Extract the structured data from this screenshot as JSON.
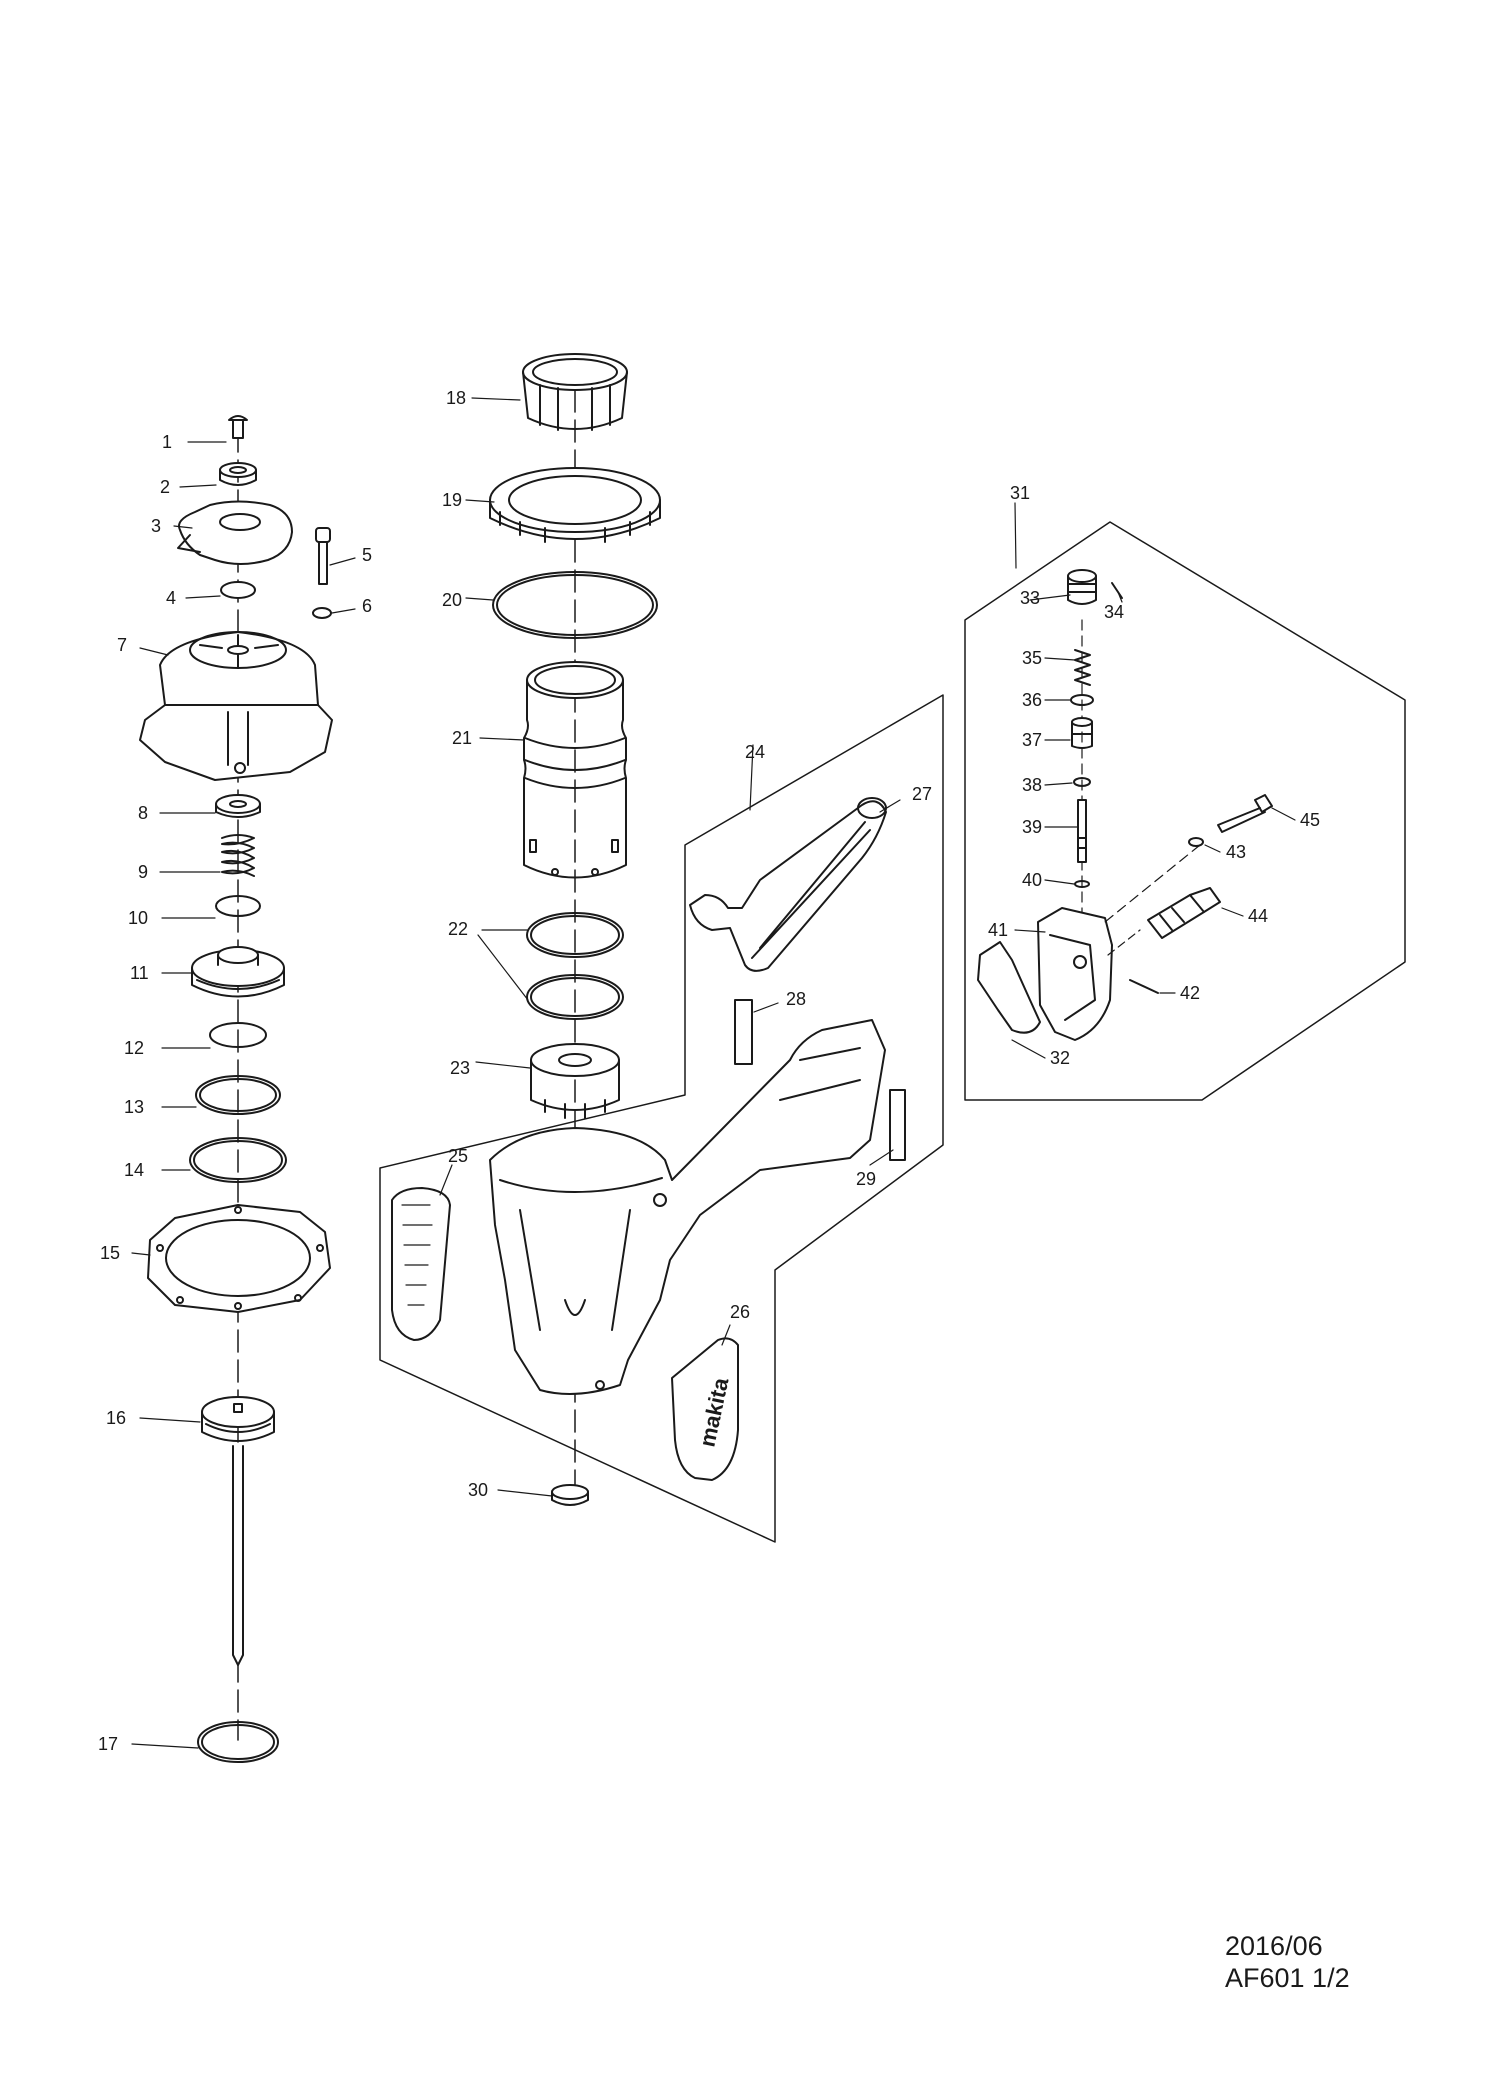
{
  "diagram": {
    "part_labels": [
      "1",
      "2",
      "3",
      "4",
      "5",
      "6",
      "7",
      "8",
      "9",
      "10",
      "11",
      "12",
      "13",
      "14",
      "15",
      "16",
      "17",
      "18",
      "19",
      "20",
      "21",
      "22",
      "23",
      "24",
      "25",
      "26",
      "27",
      "28",
      "29",
      "30",
      "31",
      "32",
      "33",
      "34",
      "35",
      "36",
      "37",
      "38",
      "39",
      "40",
      "41",
      "42",
      "43",
      "44",
      "45"
    ],
    "brand_mark": "makita"
  },
  "footer": {
    "date": "2016/06",
    "doc_ref": "AF601 1/2"
  }
}
